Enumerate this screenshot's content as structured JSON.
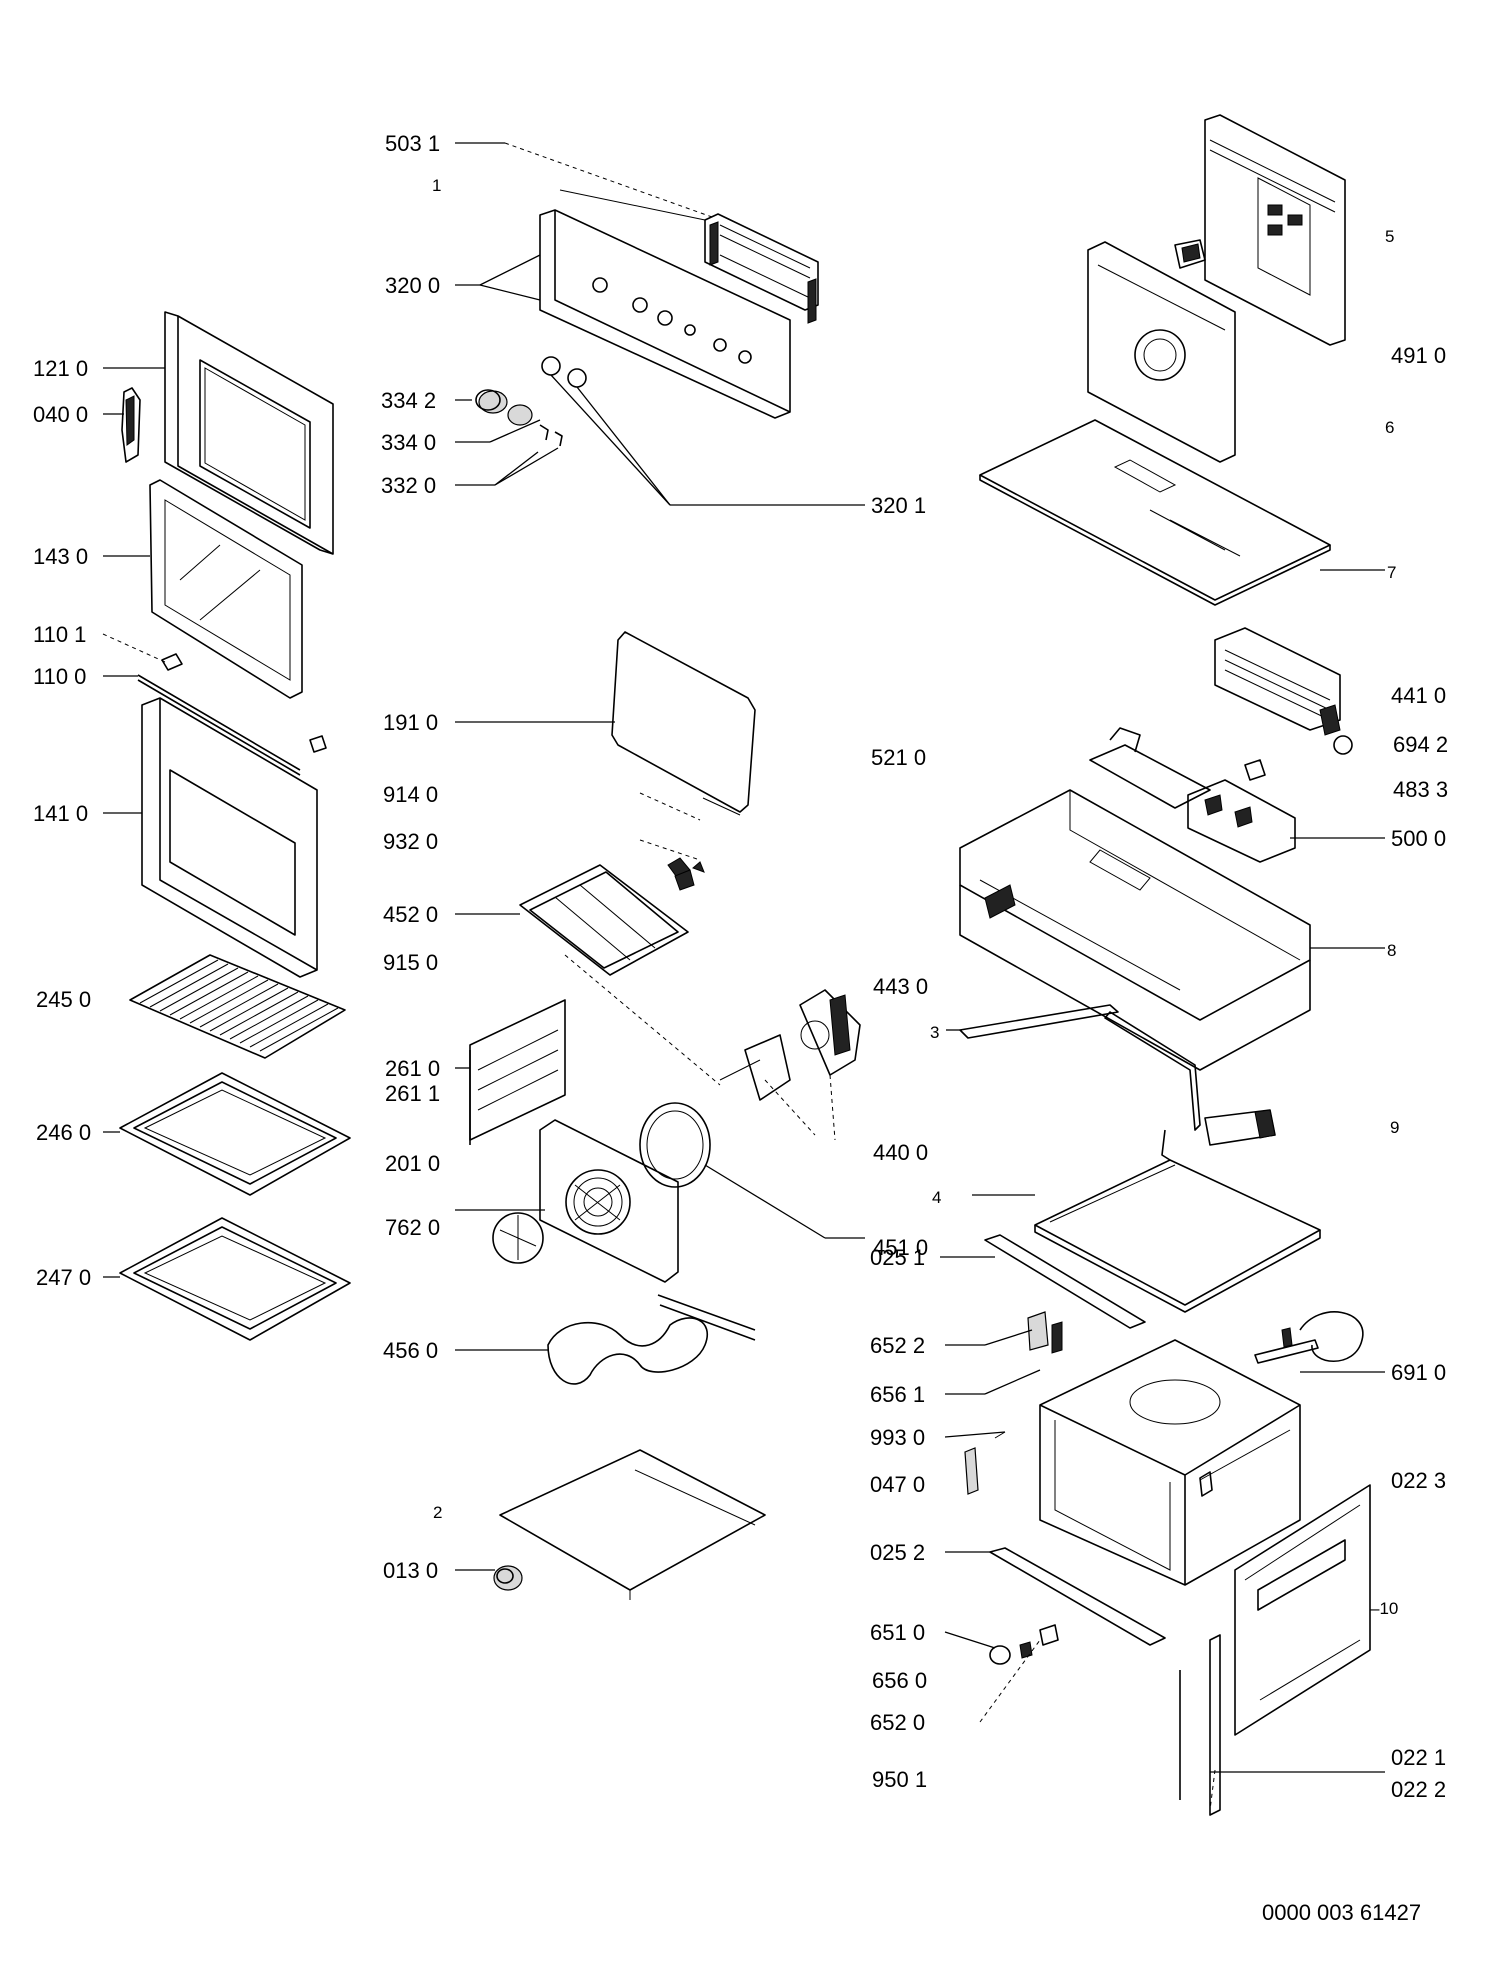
{
  "labels": {
    "l_503_1": "503 1",
    "l_1": "1",
    "l_320_0": "320 0",
    "l_334_2": "334 2",
    "l_334_0": "334 0",
    "l_332_0": "332 0",
    "l_320_1": "320 1",
    "l_121_0": "121 0",
    "l_040_0": "040 0",
    "l_143_0": "143 0",
    "l_110_1": "110 1",
    "l_110_0": "110 0",
    "l_141_0": "141 0",
    "l_245_0": "245 0",
    "l_246_0": "246 0",
    "l_247_0": "247 0",
    "l_191_0": "191 0",
    "l_914_0": "914 0",
    "l_932_0": "932 0",
    "l_452_0": "452 0",
    "l_915_0": "915 0",
    "l_261_0": "261 0",
    "l_261_1": "261 1",
    "l_201_0": "201 0",
    "l_762_0": "762 0",
    "l_456_0": "456 0",
    "l_2": "2",
    "l_013_0": "013 0",
    "l_5": "5",
    "l_491_0": "491 0",
    "l_6": "6",
    "l_7": "7",
    "l_441_0": "441 0",
    "l_694_2": "694 2",
    "l_521_0": "521 0",
    "l_483_3": "483 3",
    "l_500_0": "500 0",
    "l_8": "8",
    "l_443_0": "443 0",
    "l_3": "3",
    "l_9": "9",
    "l_440_0": "440 0",
    "l_4": "4",
    "l_451_0": "451 0",
    "l_025_1": "025 1",
    "l_652_2": "652 2",
    "l_691_0": "691 0",
    "l_656_1": "656 1",
    "l_993_0": "993 0",
    "l_047_0": "047 0",
    "l_022_3": "022 3",
    "l_025_2": "025 2",
    "l_10": "–10",
    "l_651_0": "651 0",
    "l_656_0": "656 0",
    "l_652_0": "652 0",
    "l_022_1": "022 1",
    "l_950_1": "950 1",
    "l_022_2": "022 2",
    "doc_number": "0000 003 61427"
  }
}
